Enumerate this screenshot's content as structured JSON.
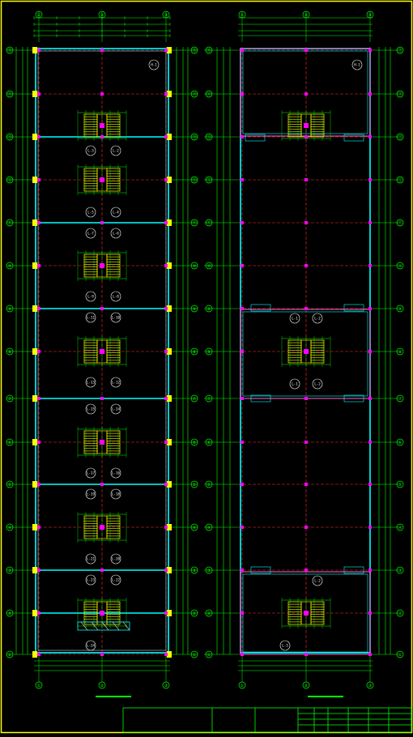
{
  "colors": {
    "background": "#000000",
    "frame": "#ffff00",
    "dim": "#00ff00",
    "wall": "#00ffff",
    "wall_light": "#a0e0ff",
    "axis": "#ff3030",
    "stair": "#ffff00",
    "column": "#ff00ff",
    "bubble": "#00ff00",
    "text_white": "#ffffff",
    "title_block": "#00ff00"
  },
  "left_plan": {
    "row_labels": [
      "⑮",
      "⑭",
      "⑬",
      "⑫",
      "⑪",
      "⑩",
      "⑨",
      "⑧",
      "⑦",
      "⑥",
      "⑤",
      "④",
      "③",
      "②",
      "①"
    ],
    "col_labels": [
      "①",
      "②",
      "③"
    ],
    "room_labels": [
      "H-1",
      "L-3",
      "L-2",
      "L-5",
      "L-4",
      "L-7",
      "L-6",
      "L-9",
      "L-8",
      "L-11",
      "L-10",
      "L-13",
      "L-12",
      "L-15",
      "L-14",
      "L-17",
      "L-16",
      "L-19",
      "L-18",
      "L-21",
      "L-20",
      "L-23",
      "L-22",
      "L-24"
    ]
  },
  "right_plan": {
    "row_labels": [
      "⑮",
      "⑭",
      "⑬",
      "⑫",
      "⑪",
      "⑩",
      "⑨",
      "⑧",
      "⑦",
      "⑥",
      "⑤",
      "④",
      "③",
      "②",
      "①"
    ],
    "col_labels": [
      "①",
      "②",
      "③"
    ],
    "room_labels": [
      "H-1",
      "L-1",
      "L-2",
      "L-1",
      "L-2",
      "L-2",
      "L-3"
    ]
  }
}
